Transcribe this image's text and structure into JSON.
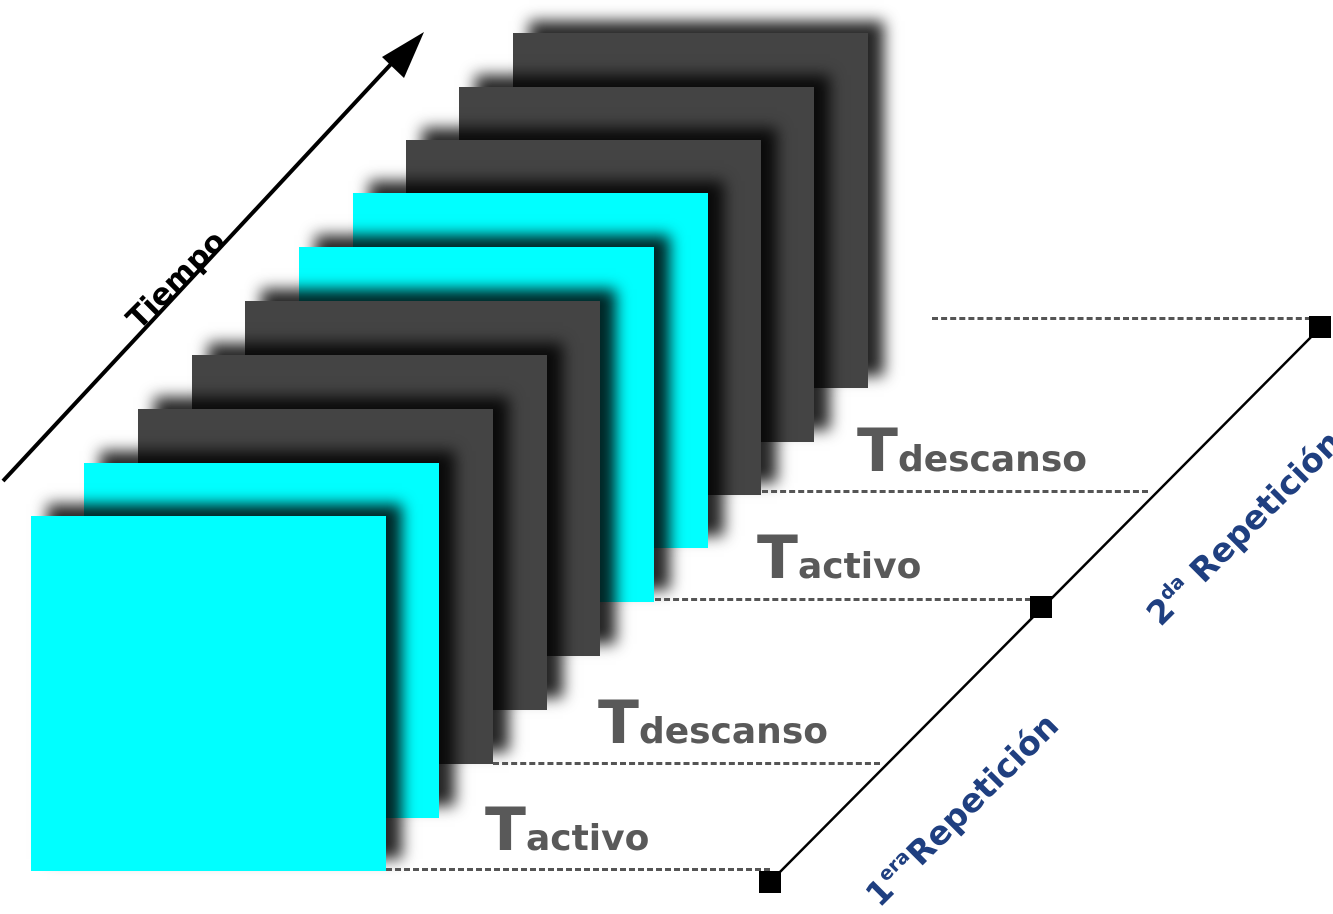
{
  "axis": {
    "label": "Tiempo"
  },
  "frames": [
    {
      "kind": "activo",
      "color": "#00ffff"
    },
    {
      "kind": "activo",
      "color": "#00ffff"
    },
    {
      "kind": "descanso",
      "color": "#444444"
    },
    {
      "kind": "descanso",
      "color": "#444444"
    },
    {
      "kind": "descanso",
      "color": "#444444"
    },
    {
      "kind": "activo",
      "color": "#00ffff"
    },
    {
      "kind": "activo",
      "color": "#00ffff"
    },
    {
      "kind": "descanso",
      "color": "#444444"
    },
    {
      "kind": "descanso",
      "color": "#444444"
    },
    {
      "kind": "descanso",
      "color": "#444444"
    }
  ],
  "intervals": [
    {
      "letter": "T",
      "subscript": "activo"
    },
    {
      "letter": "T",
      "subscript": "descanso"
    },
    {
      "letter": "T",
      "subscript": "activo"
    },
    {
      "letter": "T",
      "subscript": "descanso"
    }
  ],
  "repetitions": [
    {
      "number": "1",
      "ordinal": "era",
      "word": "Repetición"
    },
    {
      "number": "2",
      "ordinal": "da",
      "word": "Repetición"
    }
  ],
  "colors": {
    "active": "#00ffff",
    "rest": "#444444",
    "repetition_text": "#1f3f80",
    "interval_text": "#595959"
  }
}
